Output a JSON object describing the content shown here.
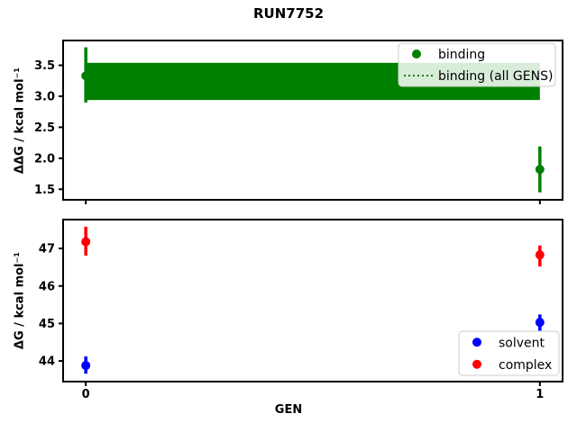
{
  "title": "RUN7752",
  "chart_data": [
    {
      "type": "scatter",
      "subplot": "top",
      "ylabel": "ΔΔG / kcal mol⁻¹",
      "xlabel": "",
      "xlim": [
        -0.05,
        1.05
      ],
      "ylim": [
        1.33,
        3.9
      ],
      "yticks": [
        {
          "v": 1.5,
          "label": "1.5"
        },
        {
          "v": 2.0,
          "label": "2.0"
        },
        {
          "v": 2.5,
          "label": "2.5"
        },
        {
          "v": 3.0,
          "label": "3.0"
        },
        {
          "v": 3.5,
          "label": "3.5"
        }
      ],
      "xticks": [
        {
          "v": 0,
          "label": ""
        },
        {
          "v": 1,
          "label": ""
        }
      ],
      "grid": false,
      "series": [
        {
          "name": "binding",
          "color": "#008000",
          "marker": "circle",
          "points": [
            {
              "x": 0,
              "y": 3.33,
              "err_low": 2.9,
              "err_high": 3.79
            },
            {
              "x": 1,
              "y": 1.82,
              "err_low": 1.45,
              "err_high": 2.19
            }
          ]
        }
      ],
      "band": {
        "name": "binding (all GENS)",
        "color": "#008000",
        "x_from": 0,
        "x_to": 1,
        "y_low": 2.94,
        "y_high": 3.54,
        "center_line_style": "dotted"
      },
      "legend": {
        "position": "upper right",
        "entries": [
          {
            "label": "binding",
            "glyph": "dot",
            "color": "#008000"
          },
          {
            "label": "binding (all GENS)",
            "glyph": "dotted-line",
            "color": "#008000"
          }
        ]
      }
    },
    {
      "type": "scatter",
      "subplot": "bottom",
      "ylabel": "ΔG / kcal mol⁻¹",
      "xlabel": "GEN",
      "xlim": [
        -0.05,
        1.05
      ],
      "ylim": [
        43.45,
        47.77
      ],
      "yticks": [
        {
          "v": 44,
          "label": "44"
        },
        {
          "v": 45,
          "label": "45"
        },
        {
          "v": 46,
          "label": "46"
        },
        {
          "v": 47,
          "label": "47"
        }
      ],
      "xticks": [
        {
          "v": 0,
          "label": "0"
        },
        {
          "v": 1,
          "label": "1"
        }
      ],
      "grid": false,
      "series": [
        {
          "name": "solvent",
          "color": "#0000ff",
          "marker": "circle",
          "points": [
            {
              "x": 0,
              "y": 43.88,
              "err_low": 43.66,
              "err_high": 44.12
            },
            {
              "x": 1,
              "y": 45.03,
              "err_low": 44.8,
              "err_high": 45.24
            }
          ]
        },
        {
          "name": "complex",
          "color": "#ff0000",
          "marker": "circle",
          "points": [
            {
              "x": 0,
              "y": 47.18,
              "err_low": 46.81,
              "err_high": 47.58
            },
            {
              "x": 1,
              "y": 46.83,
              "err_low": 46.52,
              "err_high": 47.08
            }
          ]
        }
      ],
      "legend": {
        "position": "lower right",
        "entries": [
          {
            "label": "solvent",
            "glyph": "dot",
            "color": "#0000ff"
          },
          {
            "label": "complex",
            "glyph": "dot",
            "color": "#ff0000"
          }
        ]
      }
    }
  ]
}
